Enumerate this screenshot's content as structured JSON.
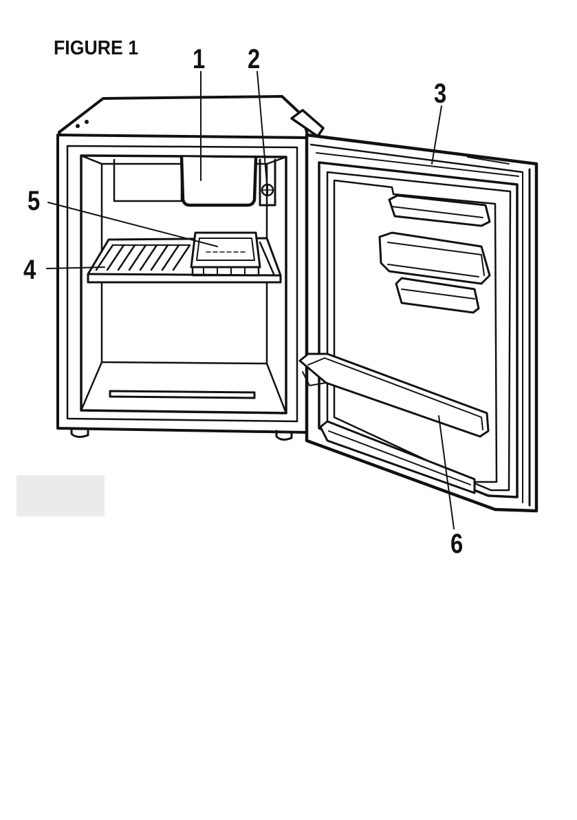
{
  "figure": {
    "title": "FIGURE 1"
  },
  "callouts": [
    {
      "id": "1",
      "label": "1"
    },
    {
      "id": "2",
      "label": "2"
    },
    {
      "id": "3",
      "label": "3"
    },
    {
      "id": "4",
      "label": "4"
    },
    {
      "id": "5",
      "label": "5"
    },
    {
      "id": "6",
      "label": "6"
    }
  ],
  "colors": {
    "ink": "#111111",
    "background": "#ffffff",
    "smudge": "#e4e4e4"
  }
}
